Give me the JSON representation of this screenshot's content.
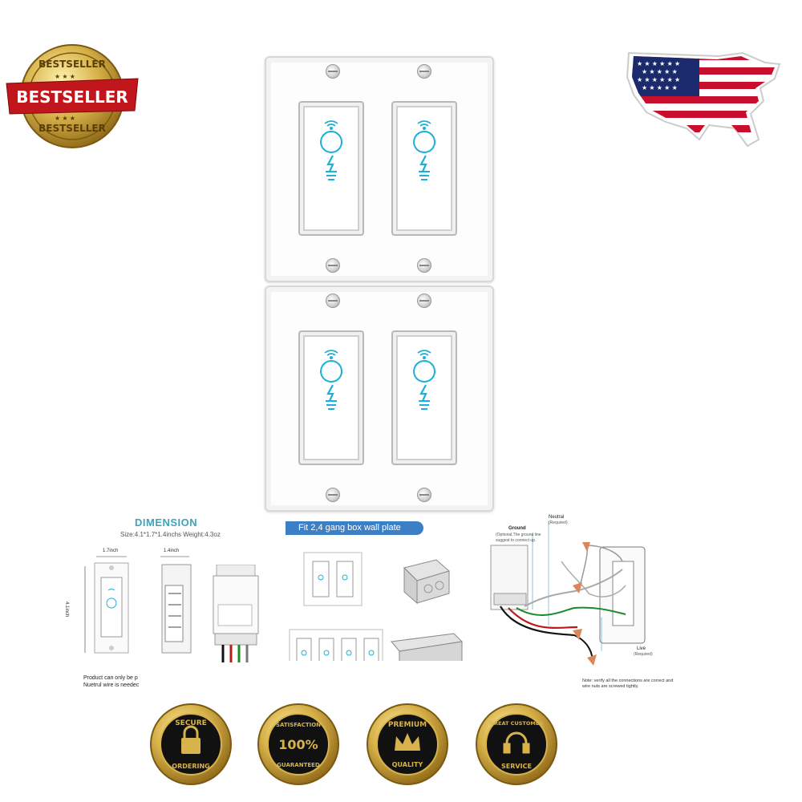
{
  "badges": {
    "bestseller_top": "BESTSELLER",
    "bestseller_main": "BESTSELLER",
    "bestseller_bottom": "BESTSELLER"
  },
  "dimension": {
    "title": "DIMENSION",
    "size_text": "Size:4.1*1.7*1.4inchs  Weight:4.3oz",
    "width_label": "1.7inch",
    "depth_label": "1.4inch",
    "height_label": "4.1inch",
    "note_line1": "Product can only be p",
    "note_line2": "Nuetrul wire is needec"
  },
  "fit": {
    "banner": "Fit 2,4 gang box wall plate"
  },
  "wiring": {
    "ground_label": "Ground",
    "ground_note1": "(Optional,The ground line",
    "ground_note2": "suggest to connect up.",
    "neutral_label": "Neutral",
    "neutral_req": "(Required)",
    "live_label": "Live",
    "live_req": "(Required)",
    "note1": "Note: verify all the  connections are correct and",
    "note2": "wire nuts are screwed tightly."
  },
  "seals": {
    "secure_top": "SECURE",
    "secure_bottom": "ORDERING",
    "satisfaction_top": "SATISFACTION",
    "satisfaction_mid": "100%",
    "satisfaction_bottom": "GUARANTEED",
    "premium_top": "PREMIUM",
    "premium_bottom": "QUALITY",
    "customer_top": "GREAT CUSTOMER",
    "customer_bottom": "SERVICE"
  },
  "colors": {
    "accent_cyan": "#1ab0d8",
    "gold": "#c9a23a",
    "banner_blue": "#3d7fc4",
    "dimension_teal": "#3aa6b9",
    "flag_red": "#c8102e",
    "flag_blue": "#1a2a6c"
  }
}
